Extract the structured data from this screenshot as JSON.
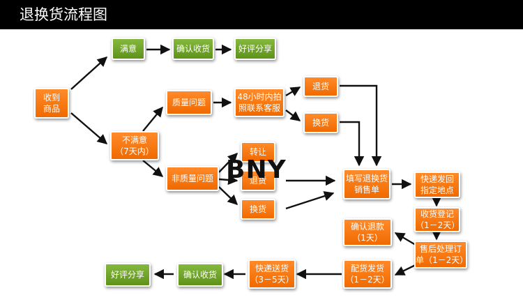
{
  "title": "退换货流程图",
  "colors": {
    "orange": "#f27a10",
    "green": "#6fa22b",
    "title_bar": "#000000",
    "arrow": "#111111"
  },
  "nodes": {
    "receive": "收到\n商品",
    "satisfied": "满意",
    "confirm_receipt_top": "确认收货",
    "good_review_top": "好评分享",
    "not_satisfied": "不满意\n（7天内）",
    "quality_issue": "质量问题",
    "photo_contact": "48小时内拍\n照联系客服",
    "return_goods": "退货",
    "exchange_top": "换货",
    "non_quality_issue": "非质量问题",
    "transfer": "转让",
    "return_goods_2": "退货",
    "exchange_bottom": "换货",
    "fill_form": "填写退换货\n销售单",
    "ship_back": "快递发回\n指定地点",
    "receive_register": "收货登记\n（1－2天）",
    "after_sales": "售后处理订\n单（1－2天）",
    "confirm_refund": "确认退款\n（1天）",
    "dispatch": "配货发货\n（1－2天）",
    "express": "快递送货\n（3－5天）",
    "confirm_receipt_bottom": "确认收货",
    "good_review_bottom": "好评分享"
  },
  "watermark": "BNY"
}
